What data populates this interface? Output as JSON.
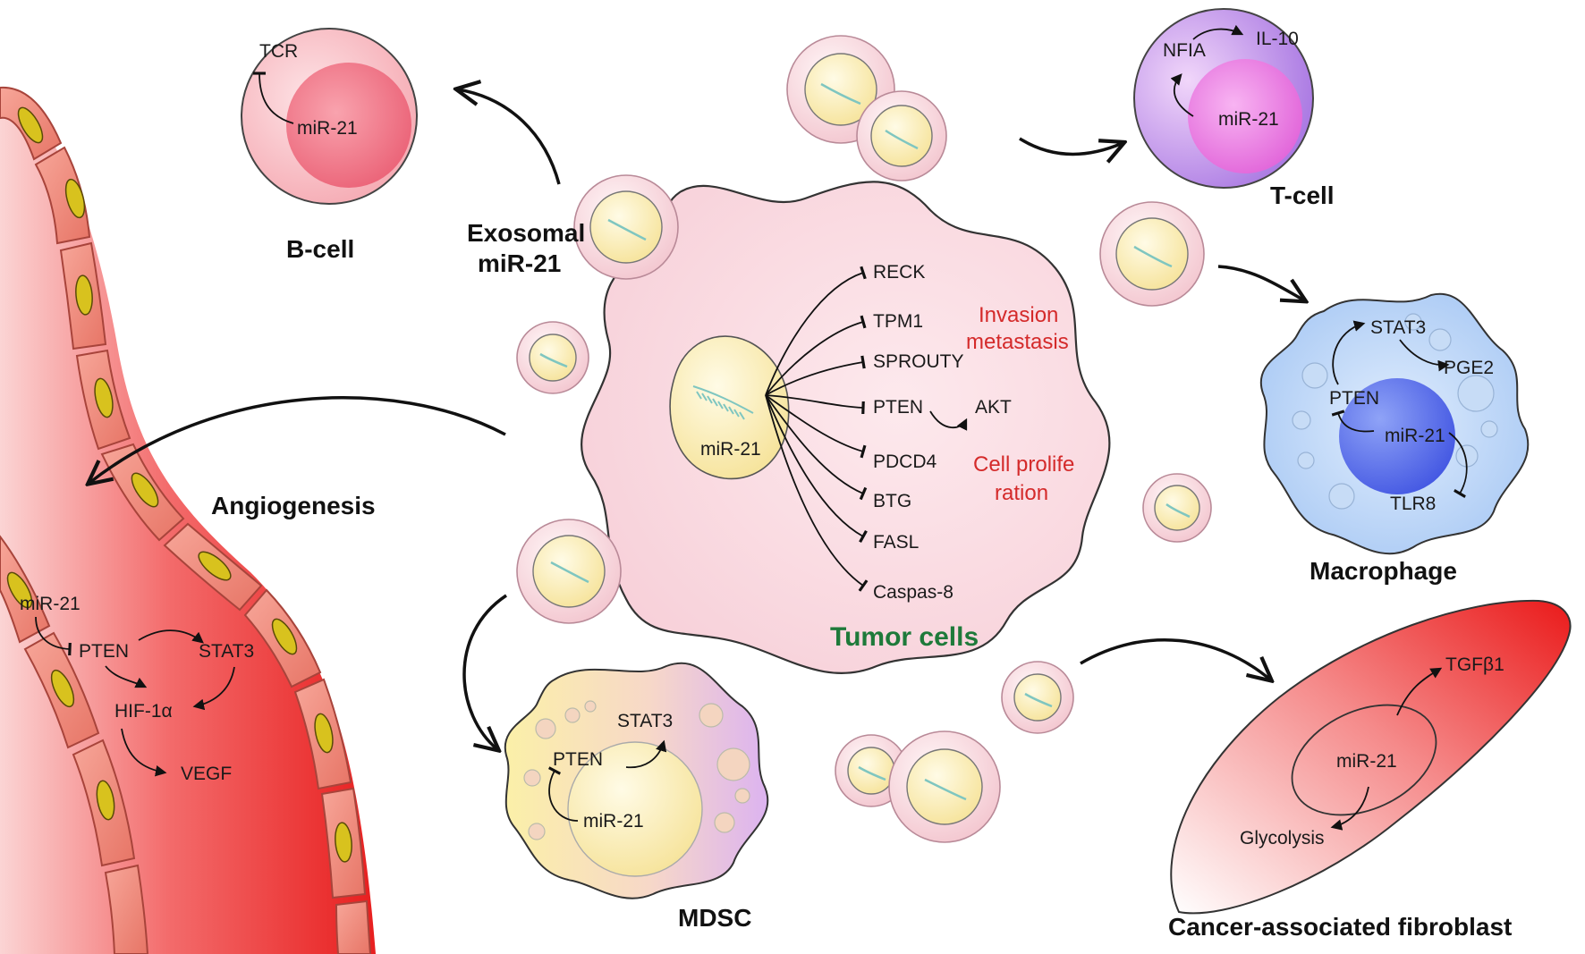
{
  "labels": {
    "bcell": "B-cell",
    "tcell": "T-cell",
    "macrophage": "Macrophage",
    "mdsc": "MDSC",
    "caf": "Cancer-associated fibroblast",
    "angiogenesis": "Angiogenesis",
    "exosomal_1": "Exosomal",
    "exosomal_2": "miR-21",
    "tumor": "Tumor cells"
  },
  "tumor": {
    "mir": "miR-21",
    "targets": [
      "RECK",
      "TPM1",
      "SPROUTY",
      "PTEN",
      "PDCD4",
      "BTG",
      "FASL",
      "Caspas-8"
    ],
    "akt": "AKT",
    "invasion_1": "Invasion",
    "invasion_2": "metastasis",
    "prolif_1": "Cell prolife",
    "prolif_2": "ration"
  },
  "bcell": {
    "tcr": "TCR",
    "mir": "miR-21"
  },
  "tcell": {
    "nfia": "NFIA",
    "il10": "IL-10",
    "mir": "miR-21"
  },
  "macrophage": {
    "stat3": "STAT3",
    "pge2": "PGE2",
    "pten": "PTEN",
    "mir": "miR-21",
    "tlr8": "TLR8"
  },
  "mdsc": {
    "stat3": "STAT3",
    "pten": "PTEN",
    "mir": "miR-21"
  },
  "caf": {
    "tgfb1": "TGFβ1",
    "mir": "miR-21",
    "glycolysis": "Glycolysis"
  },
  "vessel": {
    "mir": "miR-21",
    "pten": "PTEN",
    "stat3": "STAT3",
    "hif": "HIF-1α",
    "vegf": "VEGF"
  },
  "colors": {
    "tumor_fill": "#fbe1e6",
    "vessel_red": "#ee2a2a",
    "exosome_yellow": "#fdf3c4",
    "mir_text_red": "#d42a2a",
    "tumor_label_green": "#1e7a3a"
  }
}
